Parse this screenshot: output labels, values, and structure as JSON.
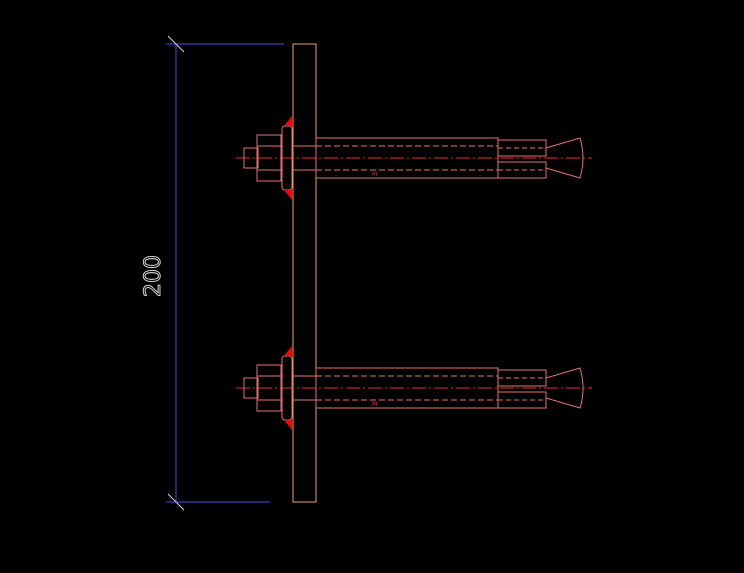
{
  "drawing": {
    "background": "#000000",
    "dimension": {
      "value": "200",
      "line_color": "#4a4ae6",
      "text_color": "#e6e6e6"
    },
    "plate": {
      "outline_color": "#e8a860"
    },
    "anchors": {
      "count": 2,
      "outline_color": "#e87070",
      "centerline_color": "#e03030",
      "weld_color": "#ff0000",
      "tag_text": "M"
    }
  }
}
